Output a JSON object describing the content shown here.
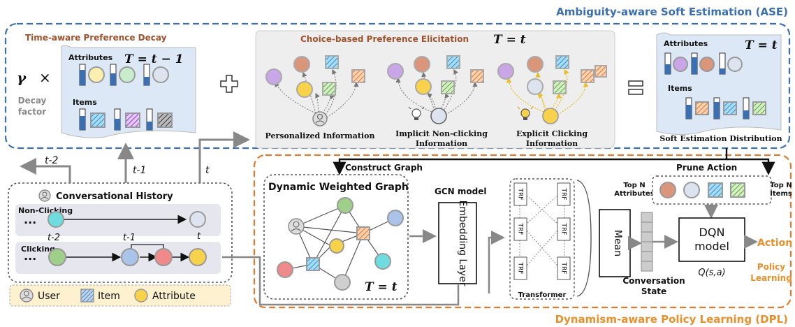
{
  "ase": {
    "title": "Ambiguity-aware Soft Estimation (ASE)",
    "decay": {
      "title": "Time-aware Preference Decay",
      "gamma": "γ",
      "times": "×",
      "decay_factor_1": "Decay",
      "decay_factor_2": "factor",
      "attributes": "Attributes",
      "items": "Items",
      "time": "T = t − 1"
    },
    "choice": {
      "title": "Choice-based Preference Elicitation",
      "time": "T = t",
      "personalized": "Personalized Information",
      "implicit_1": "Implicit Non-clicking",
      "implicit_2": "Information",
      "explicit_1": "Explicit Clicking",
      "explicit_2": "Information"
    },
    "soft": {
      "attributes": "Attributes",
      "items": "Items",
      "time": "T = t",
      "label": "Soft Estimation Distribution"
    }
  },
  "history": {
    "title": "Conversational History",
    "non_clicking": "Non-Clicking",
    "clicking": "Clicking",
    "ellipsis": "...",
    "t_minus_2": "t-2",
    "t_minus_1": "t-1",
    "t": "t",
    "arrow_t2": "t-2",
    "arrow_t1": "t-1",
    "arrow_t": "t"
  },
  "legend": {
    "user": "User",
    "item": "Item",
    "attribute": "Attribute"
  },
  "dpl": {
    "title": "Dynamism-aware Policy Learning (DPL)",
    "construct_graph": "Construct Graph",
    "prune_action": "Prune Action",
    "graph_title": "Dynamic Weighted Graph",
    "graph_time": "T = t",
    "gcn": "GCN model",
    "embedding": "Embedding Layer",
    "trf": "TRF",
    "transformer": "Transformer",
    "mean": "Mean",
    "conv_state_1": "Conversation",
    "conv_state_2": "State",
    "top_attr_1": "Top N",
    "top_attr_2": "Attributes",
    "top_items_1": "Top N",
    "top_items_2": "Items",
    "dqn_1": "DQN",
    "dqn_2": "model",
    "q": "Q(s,a)",
    "action": "Action",
    "policy_1": "Policy",
    "policy_2": "Learning"
  },
  "colors": {
    "blue_dash": "#3b6fb0",
    "orange_dash": "#e07a2e",
    "orange_text": "#e8902c",
    "decay_title": "#a0522d",
    "attr_yellow": "#f7d24a",
    "attr_purple": "#c9a6e8",
    "attr_brown": "#d9967a",
    "attr_blue": "#a9c4e8",
    "attr_green": "#9fd08a",
    "attr_red": "#f08a8a",
    "attr_cyan": "#6fdde0",
    "attr_grey": "#cfcfcf",
    "item_blue": "#4aa8d8",
    "item_orange": "#e8843a",
    "item_green": "#6ab04c",
    "item_purple": "#a060d0",
    "item_grey": "#555555"
  }
}
